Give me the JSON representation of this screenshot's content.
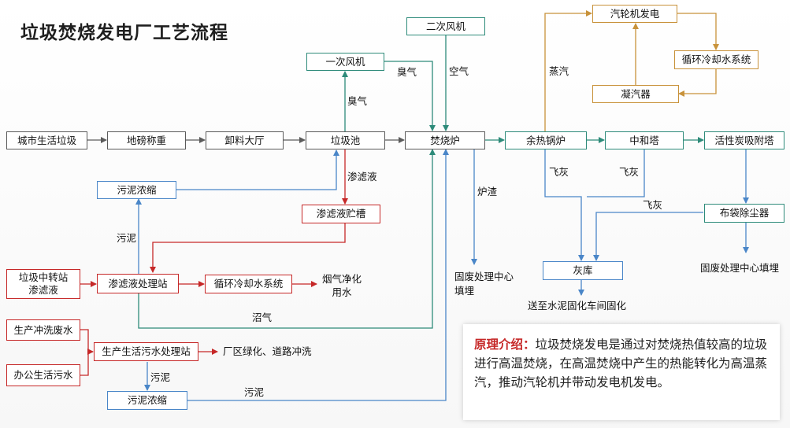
{
  "title": "垃圾焚烧发电厂工艺流程",
  "nodes": {
    "city_waste": "城市生活垃圾",
    "weighbridge": "地磅称重",
    "unload_hall": "卸料大厅",
    "waste_pit": "垃圾池",
    "incinerator": "焚烧炉",
    "waste_heat_boiler": "余热锅炉",
    "neutral_tower": "中和塔",
    "activated_carbon": "活性炭吸附塔",
    "primary_fan": "一次风机",
    "secondary_fan": "二次风机",
    "turbine_generator": "汽轮机发电",
    "cooling_water_top": "循环冷却水系统",
    "condenser": "凝汽器",
    "sludge_thicken_top": "污泥浓缩",
    "leachate_tank": "渗滤液贮槽",
    "transfer_station_leachate": "垃圾中转站\n渗滤液",
    "leachate_plant": "渗滤液处理站",
    "cooling_water_mid": "循环冷却水系统",
    "bag_filter": "布袋除尘器",
    "ash_store": "灰库",
    "production_wash": "生产冲洗废水",
    "office_sewage": "办公生活污水",
    "sewage_plant": "生产生活污水处理站",
    "sludge_thicken_bottom": "污泥浓缩"
  },
  "labels": {
    "odor_primary": "臭气",
    "odor_secondary": "臭气",
    "air": "空气",
    "steam": "蒸汽",
    "leachate": "渗滤液",
    "sludge_left": "污泥",
    "slag": "炉渣",
    "fly_ash_1": "飞灰",
    "fly_ash_2": "飞灰",
    "fly_ash_3": "飞灰",
    "solid_waste_landfill_left": "固废处理中心\n填埋",
    "solid_waste_landfill_right": "固废处理中心填埋",
    "cement_plant": "送至水泥固化车间固化",
    "flue_gas_water": "烟气净化\n用水",
    "biogas": "沼气",
    "greening": "厂区绿化、道路冲洗",
    "sludge_bottom_1": "污泥",
    "sludge_bottom_2": "污泥"
  },
  "principle": {
    "heading": "原理介绍：",
    "body": "垃圾焚烧发电是通过对焚烧热值较高的垃圾进行高温焚烧，在高温焚烧中产生的热能转化为高温蒸汽，推动汽轮机并带动发电机发电。"
  },
  "colors": {
    "gray_line": "#5b5b5b",
    "teal_line": "#2e8b7a",
    "blue_line": "#4a86c8",
    "red_line": "#c62828",
    "gold_line": "#c8923a"
  }
}
